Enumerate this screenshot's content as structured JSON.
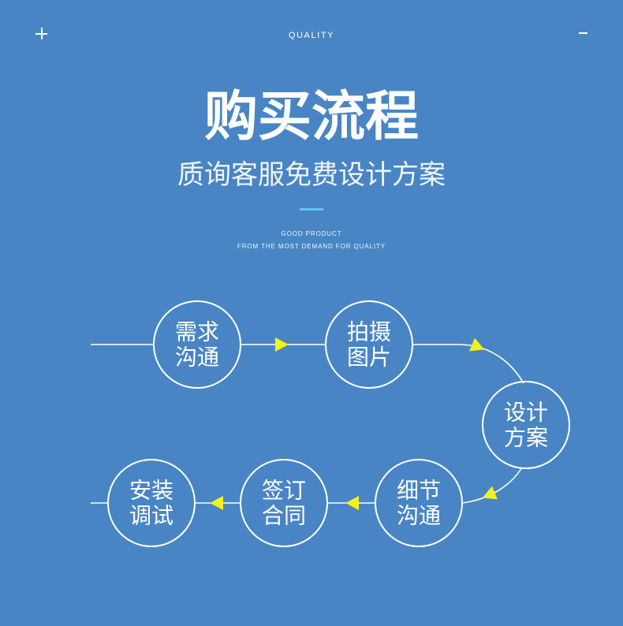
{
  "header": {
    "label": "QUALITY"
  },
  "icons": {
    "top_left": "plus-icon",
    "top_right": "minus-icon"
  },
  "title": "购买流程",
  "subtitle": "质询客服免费设计方案",
  "tagline": {
    "line1": "GOOD PRODUCT",
    "line2": "FROM THE MOST DEMAND FOR QUALITY"
  },
  "steps": [
    {
      "line1": "需求",
      "line2": "沟通"
    },
    {
      "line1": "拍摄",
      "line2": "图片"
    },
    {
      "line1": "设计",
      "line2": "方案"
    },
    {
      "line1": "细节",
      "line2": "沟通"
    },
    {
      "line1": "签订",
      "line2": "合同"
    },
    {
      "line1": "安装",
      "line2": "调试"
    }
  ],
  "colors": {
    "background": "#4985c4",
    "accent": "#5ec5f0",
    "arrow": "#f2f21c",
    "line": "#ffffff"
  }
}
